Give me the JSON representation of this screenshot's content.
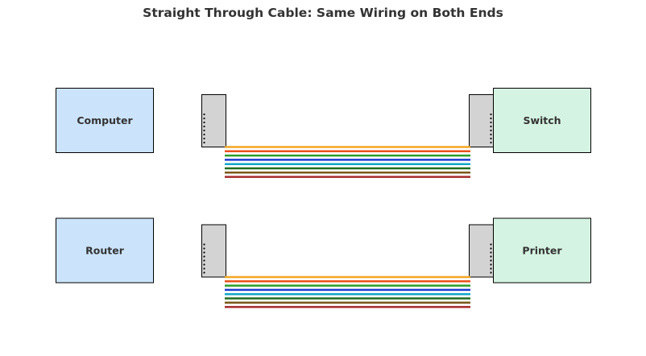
{
  "title": "Straight Through Cable: Same Wiring on Both Ends",
  "colors": {
    "left_device_fill": "#cce4fb",
    "right_device_fill": "#d5f3e2",
    "connector_fill": "#d3d3d3",
    "outline": "#000000",
    "text": "#333333"
  },
  "wire_colors": [
    "#f5a623",
    "#e8521c",
    "#2a9d2a",
    "#1a3ccf",
    "#12a6c8",
    "#1f6b1f",
    "#7a5a1a",
    "#a52a2a"
  ],
  "links": [
    {
      "left_device": "Computer",
      "right_device": "Switch"
    },
    {
      "left_device": "Router",
      "right_device": "Printer"
    }
  ]
}
